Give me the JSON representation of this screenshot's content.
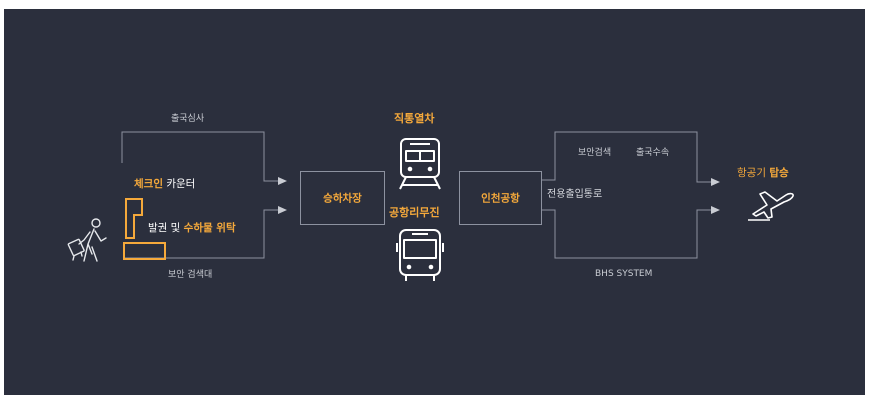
{
  "labels": {
    "departure_exam": "출국심사",
    "checkin_prefix": "체크인",
    "checkin_suffix": " 카운터",
    "ticketing_prefix": "발권 및 ",
    "ticketing_suffix": "수하물 위탁",
    "security_check": "보안 검색대",
    "terminal": "승하차장",
    "train": "직통열차",
    "limousine": "공항리무진",
    "airport": "인천공항",
    "security_search": "보안검색",
    "departure_proc": "출국수속",
    "dedicated_passage": "전용출입통로",
    "bhs": "BHS SYSTEM",
    "boarding_prefix": "항공기 ",
    "boarding_suffix": "탑승"
  },
  "colors": {
    "background": "#2b2f3d",
    "accent": "#f5a93b",
    "line": "#8d92a0"
  },
  "icons": [
    "traveler-icon",
    "train-icon",
    "bus-icon",
    "airplane-icon",
    "checkin-counter-icon"
  ]
}
